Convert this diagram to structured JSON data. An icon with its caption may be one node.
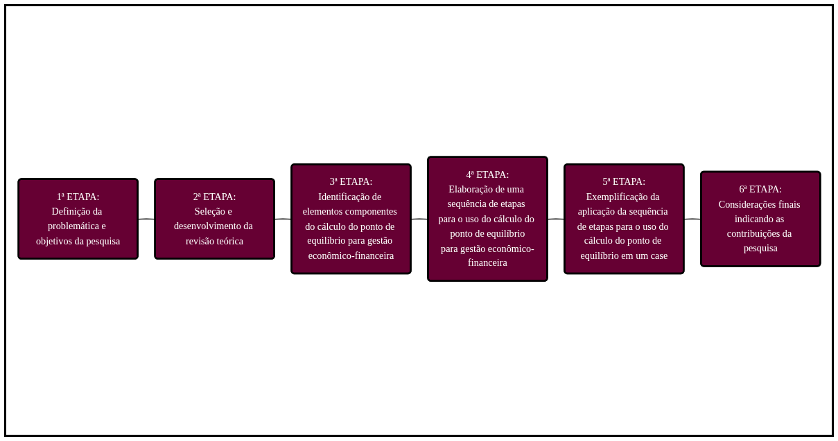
{
  "diagram": {
    "nodes": [
      {
        "text": [
          "1ª ETAPA:",
          "Definição da problemática e objetivos da pesquisa"
        ]
      },
      {
        "text": [
          "2ª ETAPA:",
          "Seleção e desenvolvimento da revisão teórica"
        ]
      },
      {
        "text": [
          "3ª ETAPA:",
          "Identificação de elementos componentes do cálculo do ponto de equilíbrio para gestão econômico-financeira"
        ]
      },
      {
        "text": [
          "4ª ETAPA:",
          "Elaboração de uma sequência de etapas para o uso do cálculo do  ponto de equilíbrio para gestão econômico-financeira"
        ]
      },
      {
        "text": [
          "5ª ETAPA:",
          "Exemplificação da aplicação da sequência de etapas para o uso do cálculo do ponto de equilíbrio em um case"
        ]
      },
      {
        "text": [
          "6ª ETAPA:",
          "Considerações finais indicando as contribuições da pesquisa"
        ]
      }
    ],
    "edges": [
      {
        "from": 0,
        "to": 1,
        "arrow": "none"
      },
      {
        "from": 1,
        "to": 2,
        "arrow": "none"
      },
      {
        "from": 2,
        "to": 3,
        "arrow": "none"
      },
      {
        "from": 3,
        "to": 4,
        "arrow": "none"
      },
      {
        "from": 4,
        "to": 5,
        "arrow": "none"
      }
    ]
  }
}
